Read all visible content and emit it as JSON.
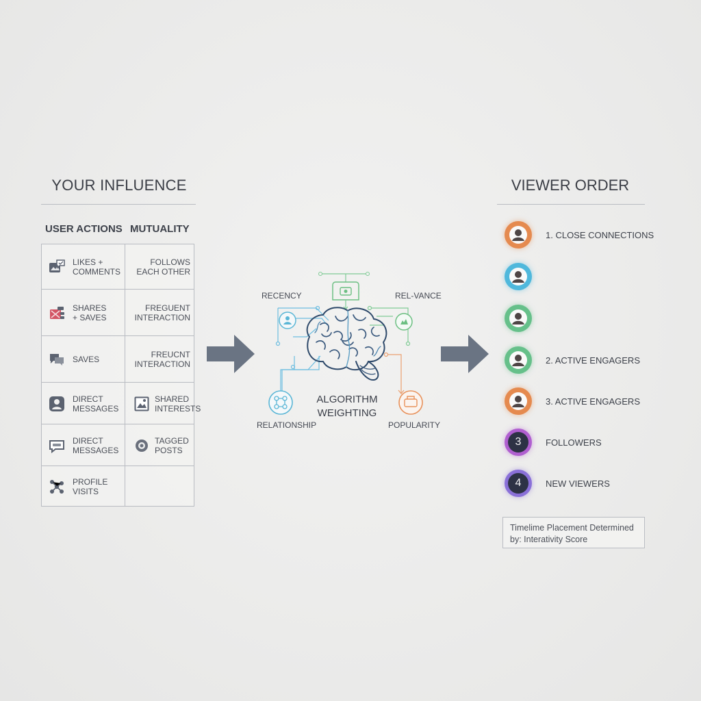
{
  "left": {
    "title": "YOUR INFLUENCE",
    "col1": "USER ACTIONS",
    "col2": "MUTUALITY",
    "rows": [
      {
        "action_l1": "LIKES +",
        "action_l2": "COMMENTS",
        "action_icon": "chat-image-icon",
        "mutual_l1": "FOLLOWS",
        "mutual_l2": "EACH OTHER"
      },
      {
        "action_l1": "SHARES",
        "action_l2": "+ SAVES",
        "action_icon": "share-save-icon",
        "mutual_l1": "FREGUENT",
        "mutual_l2": "INTERACTION"
      },
      {
        "action_l1": "SAVES",
        "action_l2": "",
        "action_icon": "speech-bubbles-icon",
        "mutual_l1": "FREUCNT",
        "mutual_l2": "INTERACTION"
      },
      {
        "action_l1": "DIRECT",
        "action_l2": "MESSAGES",
        "action_icon": "person-badge-icon",
        "mutual_l1": "SHARED",
        "mutual_l2": "INTERESTS",
        "mutual_icon": "shared-image-icon"
      },
      {
        "action_l1": "DIRECT",
        "action_l2": "MESSAGES",
        "action_icon": "message-bubble-icon",
        "mutual_l1": "TAGGED",
        "mutual_l2": "POSTS",
        "mutual_icon": "tag-location-icon"
      },
      {
        "action_l1": "PROFILE",
        "action_l2": "VISITS",
        "action_icon": "network-icon",
        "mutual_l1": "",
        "mutual_l2": ""
      }
    ]
  },
  "center": {
    "recency": "RECENCY",
    "relevance": "REL-VANCE",
    "relationship": "RELATIONSHIP",
    "popularity": "POPULARITY",
    "algo_l1": "ALGORITHM",
    "algo_l2": "WEIGHTING",
    "colors": {
      "green": "#6cbf82",
      "blue": "#5ab6d6",
      "orange": "#e8915a",
      "navy": "#2f4a6b"
    }
  },
  "right": {
    "title": "VIEWER ORDER",
    "viewers": [
      {
        "label": "1. CLOSE CONNECTIONS",
        "ring": "#e58a4f",
        "icon": "person-icon"
      },
      {
        "label": "",
        "ring": "#4fb8dc",
        "icon": "person-icon"
      },
      {
        "label": "",
        "ring": "#66c08a",
        "icon": "person-icon"
      },
      {
        "label": "2. ACTIVE ENGAGERS",
        "ring": "#66c08a",
        "icon": "person-icon"
      },
      {
        "label": "3. ACTIVE ENGAGERS",
        "ring": "#e58a4f",
        "icon": "person-icon"
      },
      {
        "label": "FOLLOWERS",
        "ring": "#b05fd0",
        "number": "3"
      },
      {
        "label": "NEW VIEWERS",
        "ring": "#8a70d8",
        "number": "4"
      }
    ],
    "footnote_l1": "Timelime Placement Determined",
    "footnote_l2": "by: Interativity Score"
  }
}
